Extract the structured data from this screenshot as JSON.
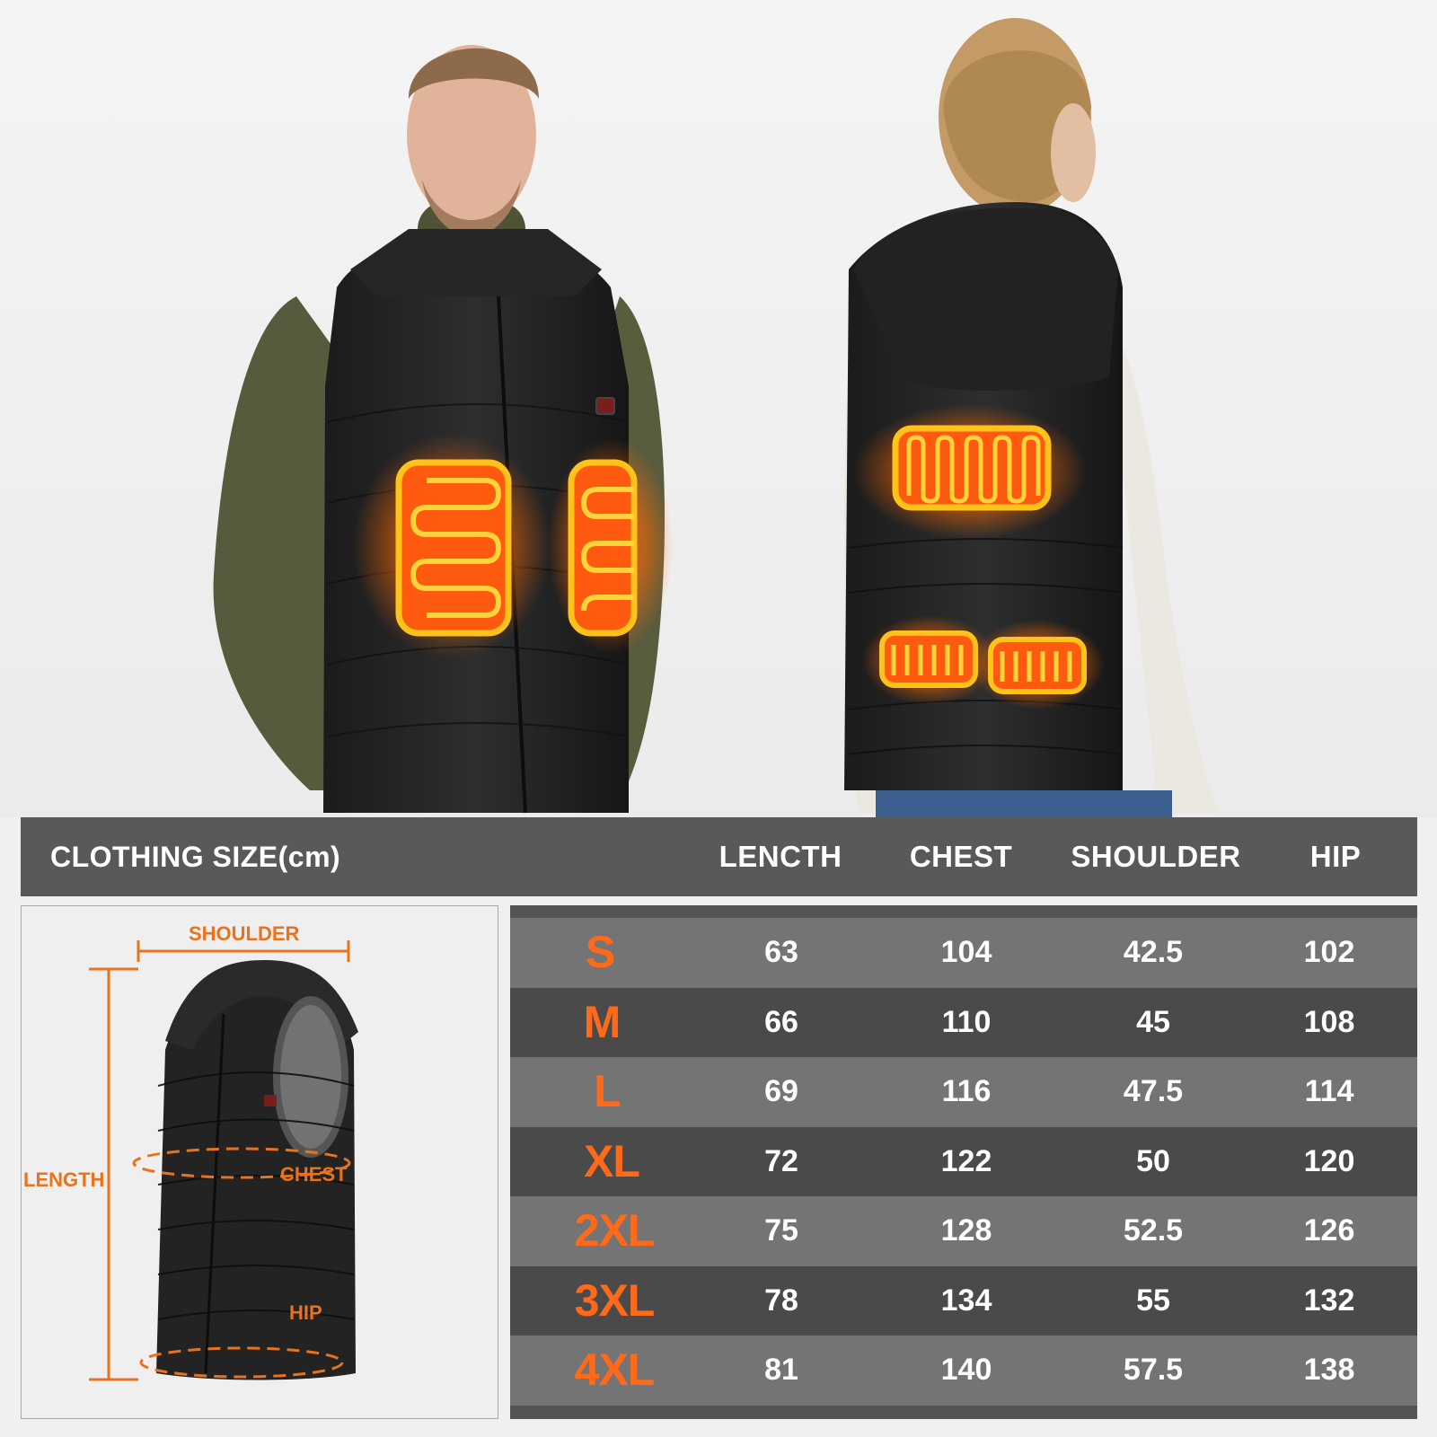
{
  "header": {
    "title": "CLOTHING SIZE(cm)",
    "columns": [
      "LENCTH",
      "CHEST",
      "SHOULDER",
      "HIP"
    ]
  },
  "diagram": {
    "shoulder_label": "SHOULDER",
    "length_label": "LENGTH",
    "chest_label": "CHEST",
    "hip_label": "HIP"
  },
  "table": {
    "rows": [
      {
        "size": "S",
        "length": "63",
        "chest": "104",
        "shoulder": "42.5",
        "hip": "102"
      },
      {
        "size": "M",
        "length": "66",
        "chest": "110",
        "shoulder": "45",
        "hip": "108"
      },
      {
        "size": "L",
        "length": "69",
        "chest": "116",
        "shoulder": "47.5",
        "hip": "114"
      },
      {
        "size": "XL",
        "length": "72",
        "chest": "122",
        "shoulder": "50",
        "hip": "120"
      },
      {
        "size": "2XL",
        "length": "75",
        "chest": "128",
        "shoulder": "52.5",
        "hip": "126"
      },
      {
        "size": "3XL",
        "length": "78",
        "chest": "134",
        "shoulder": "55",
        "hip": "132"
      },
      {
        "size": "4XL",
        "length": "81",
        "chest": "140",
        "shoulder": "57.5",
        "hip": "138"
      }
    ]
  },
  "colors": {
    "accent_orange": "#e8731c",
    "size_orange": "#ff6a1a",
    "header_bg": "#595959",
    "row_light": "#747474",
    "row_dark": "#4a4a4a"
  }
}
